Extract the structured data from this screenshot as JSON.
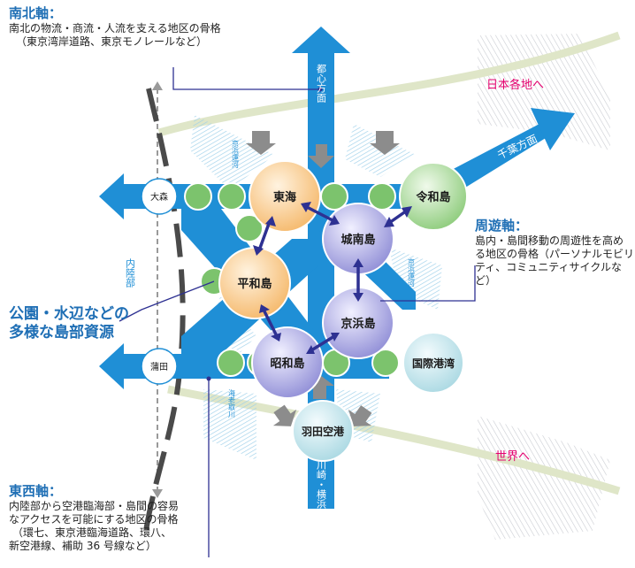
{
  "axes": {
    "north_south": {
      "title": "南北軸：",
      "desc1": "南北の物流・商流・人流を支える地区の骨格",
      "desc2": "（東京湾岸道路、東京モノレールなど）"
    },
    "loop": {
      "title": "周遊軸：",
      "desc1": "島内・島間移動の周遊性を高め",
      "desc2": "る地区の骨格（パーソナルモビリ",
      "desc3": "ティ、コミュニティサイクルなど）"
    },
    "east_west": {
      "title": "東西軸：",
      "desc1": "内陸部から空港臨海部・島間の容易",
      "desc2": "なアクセスを可能にする地区の骨格",
      "desc3": "（環七、東京港臨海道路、環八、",
      "desc4": "新空港線、補助 36 号線など）"
    }
  },
  "islands_resource": {
    "line1": "公園・水辺などの",
    "line2": "多様な島部資源"
  },
  "directions": {
    "toshin": "都心方面",
    "chiba": "千葉方面",
    "kawasaki": "川崎・横浜方面",
    "nihon": "日本各地へ",
    "sekai": "世界へ"
  },
  "places": {
    "omori": "大森",
    "kamata": "蒲田",
    "inland": "内陸部",
    "tokai": "東海",
    "reiwa": "令和島",
    "jonan": "城南島",
    "heiwa": "平和島",
    "keihin": "京浜島",
    "showa": "昭和島",
    "kokusai": "国際港湾",
    "haneda": "羽田空港"
  },
  "canals": {
    "keihin_unga": "京浜運河",
    "keihin_unga2": "京浜運河",
    "ebitori": "海老取川"
  },
  "colors": {
    "axis_blue": "#1f8fd6",
    "arrow_dark": "#2e3192",
    "orange": "#f8c98a",
    "purple": "#a9a7e0",
    "green": "#7cc36d",
    "cyan": "#bfe3ea",
    "red": "#e4006e"
  }
}
